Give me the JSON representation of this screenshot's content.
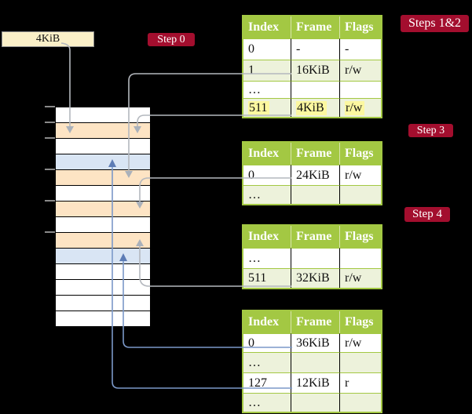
{
  "diagram": {
    "title_hint": "page table translation steps",
    "frame_box": {
      "label": "4KiB"
    },
    "badges": {
      "step0": "Step 0",
      "steps12": "Steps 1&2",
      "step3": "Step 3",
      "step4": "Step 4"
    },
    "memory_column": {
      "row_colors": [
        "white",
        "peach",
        "white",
        "blue",
        "peach",
        "white",
        "peach",
        "white",
        "peach",
        "blue",
        "white",
        "white",
        "white",
        "white"
      ],
      "tick_count": 6
    },
    "tables": {
      "header": [
        "Index",
        "Frame",
        "Flags"
      ],
      "t1": {
        "rows": [
          [
            "0",
            "-",
            "-"
          ],
          [
            "1",
            "16KiB",
            "r/w"
          ],
          [
            "…",
            "",
            ""
          ],
          [
            "511",
            "4KiB",
            "r/w"
          ]
        ],
        "highlighted_row_index": "511"
      },
      "t2": {
        "rows": [
          [
            "0",
            "24KiB",
            "r/w"
          ],
          [
            "…",
            "",
            ""
          ]
        ]
      },
      "t3": {
        "rows": [
          [
            "…",
            "",
            ""
          ],
          [
            "511",
            "32KiB",
            "r/w"
          ]
        ]
      },
      "t4": {
        "rows": [
          [
            "0",
            "36KiB",
            "r/w"
          ],
          [
            "…",
            "",
            ""
          ],
          [
            "127",
            "12KiB",
            "r"
          ],
          [
            "…",
            "",
            ""
          ]
        ]
      }
    },
    "connectors": [
      {
        "from": "4KiB box",
        "to": "memory frame 4KiB",
        "color": "gray"
      },
      {
        "from": "table1 entry 1 (16KiB)",
        "to": "memory frame 16KiB",
        "color": "gray"
      },
      {
        "from": "table1 entry 511 (4KiB)",
        "to": "memory frame 4KiB",
        "color": "gray"
      },
      {
        "from": "table2 entry 0 (24KiB)",
        "to": "memory frame 24KiB",
        "color": "gray"
      },
      {
        "from": "table3 entry 511 (32KiB)",
        "to": "memory frame 32KiB",
        "color": "gray"
      },
      {
        "from": "table4 entry 0 (36KiB)",
        "to": "memory frame 36KiB",
        "color": "blue"
      },
      {
        "from": "table4 entry 127 (12KiB)",
        "to": "memory frame 12KiB",
        "color": "blue"
      }
    ],
    "colors": {
      "background": "#000000",
      "badge_red": "#a30e2e",
      "table_header_green": "#a3c843",
      "table_alt_row": "#edf2db",
      "highlight_yellow": "#fcf8a0",
      "memory_peach": "#fde4c4",
      "memory_blue": "#d9e5f4",
      "frame_box_cream": "#fbf0c8",
      "connector_gray": "#b4b8be",
      "connector_blue": "#7b98c8"
    }
  }
}
